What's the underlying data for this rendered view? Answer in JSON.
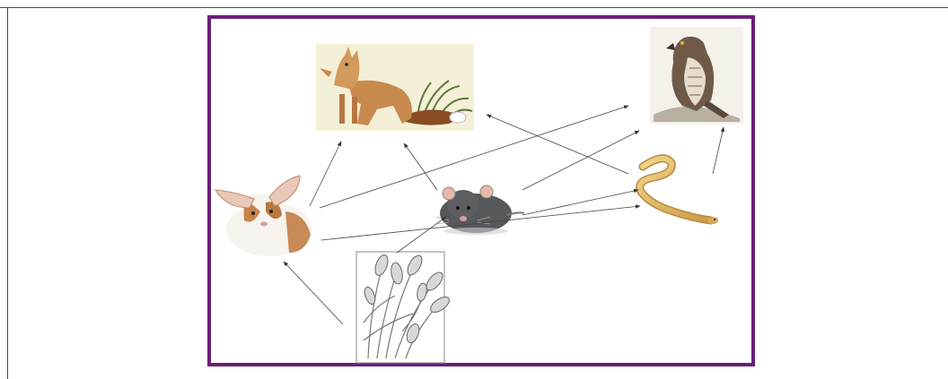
{
  "diagram": {
    "type": "food-web",
    "organisms": [
      {
        "id": "grain",
        "icon": "wheat-plant-icon"
      },
      {
        "id": "rabbit",
        "icon": "rabbit-icon"
      },
      {
        "id": "mouse",
        "icon": "mouse-icon"
      },
      {
        "id": "fox",
        "icon": "fox-icon"
      },
      {
        "id": "snake",
        "icon": "snake-icon"
      },
      {
        "id": "hawk",
        "icon": "hawk-icon"
      }
    ],
    "edges": [
      {
        "from": "grain",
        "to": "rabbit"
      },
      {
        "from": "grain",
        "to": "mouse"
      },
      {
        "from": "rabbit",
        "to": "fox"
      },
      {
        "from": "rabbit",
        "to": "hawk"
      },
      {
        "from": "rabbit",
        "to": "snake"
      },
      {
        "from": "mouse",
        "to": "fox"
      },
      {
        "from": "mouse",
        "to": "hawk"
      },
      {
        "from": "mouse",
        "to": "snake"
      },
      {
        "from": "snake",
        "to": "fox"
      },
      {
        "from": "snake",
        "to": "hawk"
      }
    ],
    "colors": {
      "frame": "#6b1e7a",
      "arrows": "#444444"
    }
  }
}
